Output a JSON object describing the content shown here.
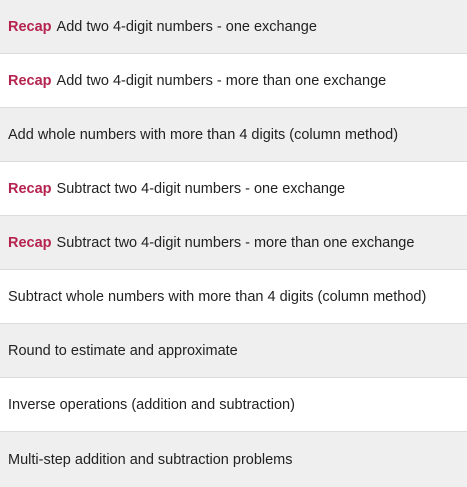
{
  "colors": {
    "recap": "#b5234f",
    "row_shaded": "#efefef",
    "row_plain": "#ffffff",
    "text": "#222222"
  },
  "lessons": [
    {
      "badge": "Recap",
      "title": "Add two 4-digit numbers - one exchange"
    },
    {
      "badge": "Recap",
      "title": "Add two 4-digit numbers - more than one exchange"
    },
    {
      "badge": "",
      "title": "Add whole numbers with more than 4 digits (column method)"
    },
    {
      "badge": "Recap",
      "title": "Subtract two 4-digit numbers - one exchange"
    },
    {
      "badge": "Recap",
      "title": "Subtract two 4-digit numbers - more than one exchange"
    },
    {
      "badge": "",
      "title": "Subtract whole numbers with more than 4 digits (column method)"
    },
    {
      "badge": "",
      "title": "Round to estimate and approximate"
    },
    {
      "badge": "",
      "title": "Inverse operations (addition and subtraction)"
    },
    {
      "badge": "",
      "title": "Multi-step addition and subtraction problems"
    }
  ]
}
